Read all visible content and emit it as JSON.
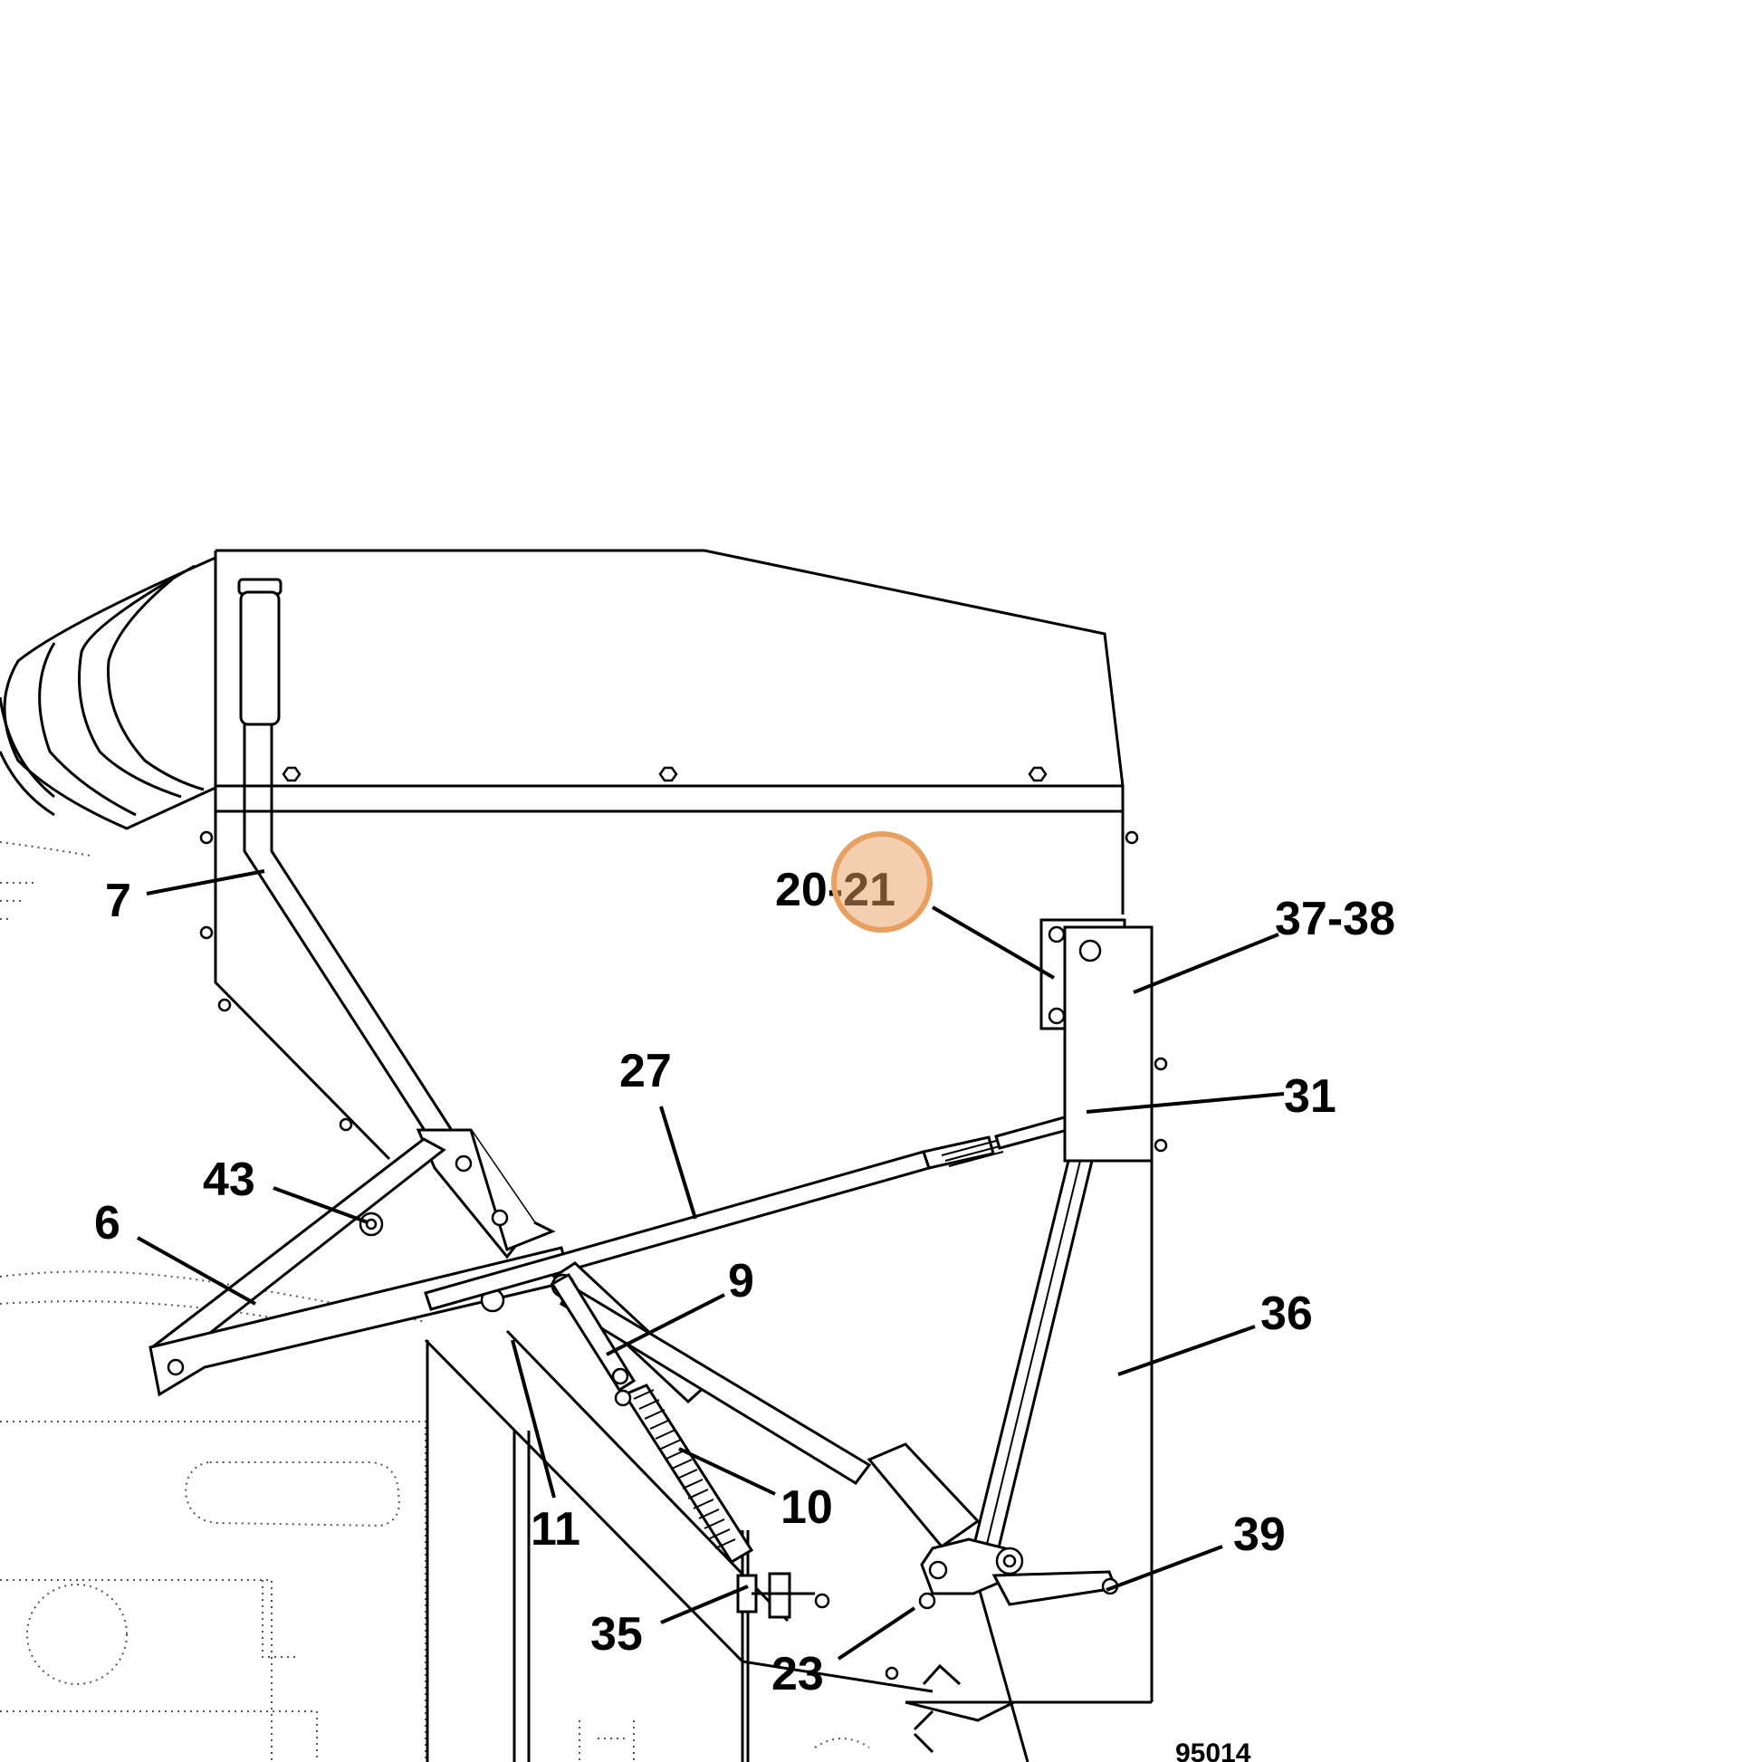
{
  "callouts": {
    "c7": "7",
    "c20_21": "20-21",
    "c37_38": "37-38",
    "c27": "27",
    "c31": "31",
    "c43": "43",
    "c6": "6",
    "c9": "9",
    "c36": "36",
    "c10": "10",
    "c11": "11",
    "c39": "39",
    "c35": "35",
    "c23": "23"
  },
  "figure_number": "95014",
  "highlight": {
    "color": "#e8a060",
    "target_label": "20-21"
  }
}
